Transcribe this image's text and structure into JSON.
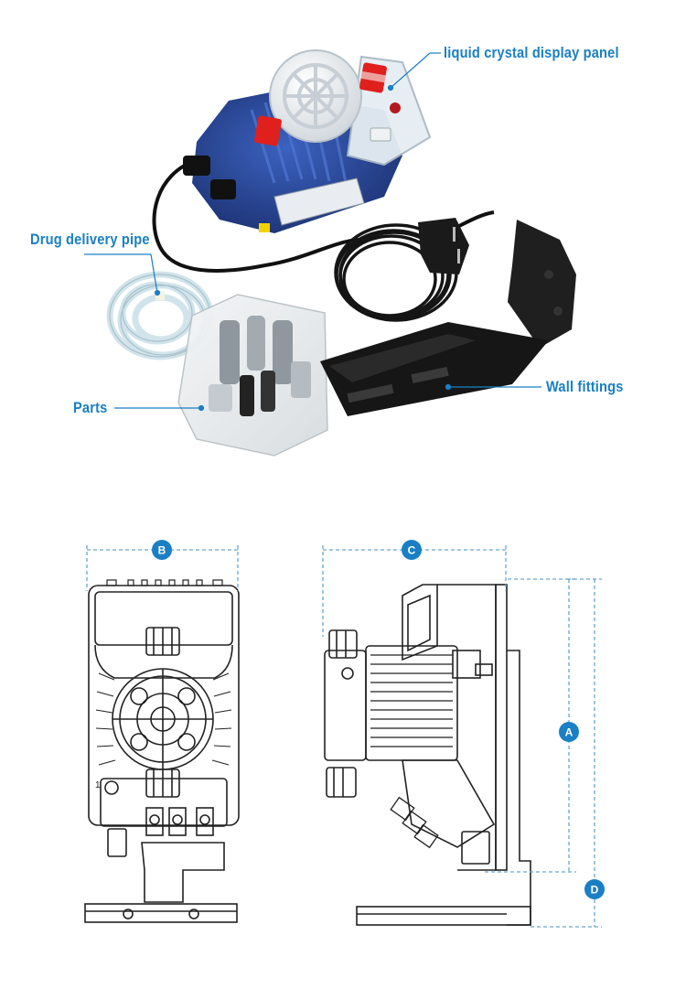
{
  "callouts": {
    "lcd_panel": "liquid crystal display panel",
    "drug_pipe": "Drug delivery pipe",
    "parts": "Parts",
    "wall_fittings": "Wall fittings"
  },
  "dimensions": {
    "a": "A",
    "b": "B",
    "c": "C",
    "d": "D"
  },
  "colors": {
    "accent": "#1a7fc4",
    "pump_blue": "#27479a",
    "dimension_line": "#6aa6cf"
  }
}
